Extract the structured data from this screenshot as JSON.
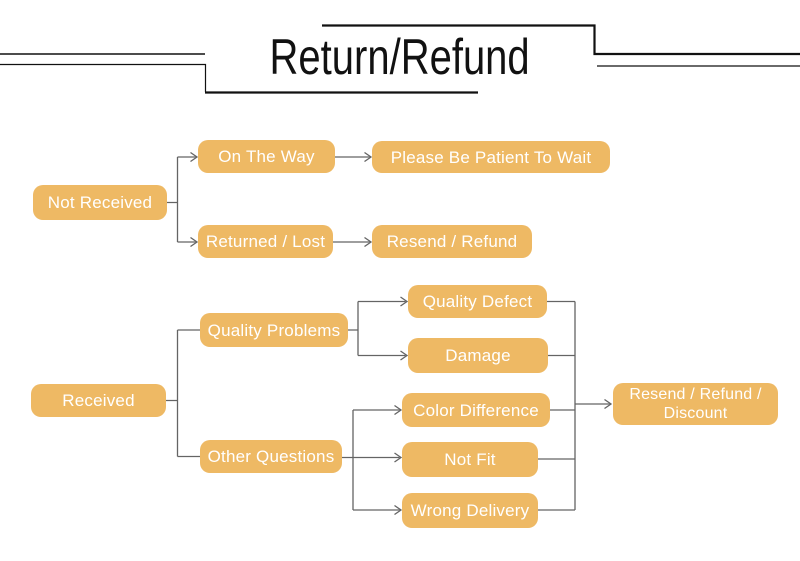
{
  "title": {
    "text": "Return/Refund"
  },
  "colors": {
    "background": "#ffffff",
    "title_line": "#111111",
    "connector": "#646464",
    "node_fill": "#eeb964",
    "node_text": "#ffffff"
  },
  "flowchart": {
    "nodes": {
      "not_received": "Not Received",
      "on_the_way": "On The Way",
      "please_be_patient": "Please Be Patient To Wait",
      "returned_lost": "Returned / Lost",
      "resend_refund": "Resend / Refund",
      "received": "Received",
      "quality_problems": "Quality Problems",
      "other_questions": "Other Questions",
      "quality_defect": "Quality Defect",
      "damage": "Damage",
      "color_difference": "Color Difference",
      "not_fit": "Not Fit",
      "wrong_delivery": "Wrong Delivery",
      "resend_refund_discount_line1": "Resend / Refund /",
      "resend_refund_discount_line2": "Discount"
    },
    "edges": [
      {
        "from": "Not Received",
        "to": "On The Way"
      },
      {
        "from": "Not Received",
        "to": "Returned / Lost"
      },
      {
        "from": "On The Way",
        "to": "Please Be Patient To Wait"
      },
      {
        "from": "Returned / Lost",
        "to": "Resend / Refund"
      },
      {
        "from": "Received",
        "to": "Quality Problems"
      },
      {
        "from": "Received",
        "to": "Other Questions"
      },
      {
        "from": "Quality Problems",
        "to": "Quality Defect"
      },
      {
        "from": "Quality Problems",
        "to": "Damage"
      },
      {
        "from": "Other Questions",
        "to": "Color Difference"
      },
      {
        "from": "Other Questions",
        "to": "Not Fit"
      },
      {
        "from": "Other Questions",
        "to": "Wrong Delivery"
      },
      {
        "from": "Quality Defect",
        "to": "Resend / Refund / Discount"
      },
      {
        "from": "Damage",
        "to": "Resend / Refund / Discount"
      },
      {
        "from": "Color Difference",
        "to": "Resend / Refund / Discount"
      },
      {
        "from": "Not Fit",
        "to": "Resend / Refund / Discount"
      },
      {
        "from": "Wrong Delivery",
        "to": "Resend / Refund / Discount"
      }
    ]
  }
}
